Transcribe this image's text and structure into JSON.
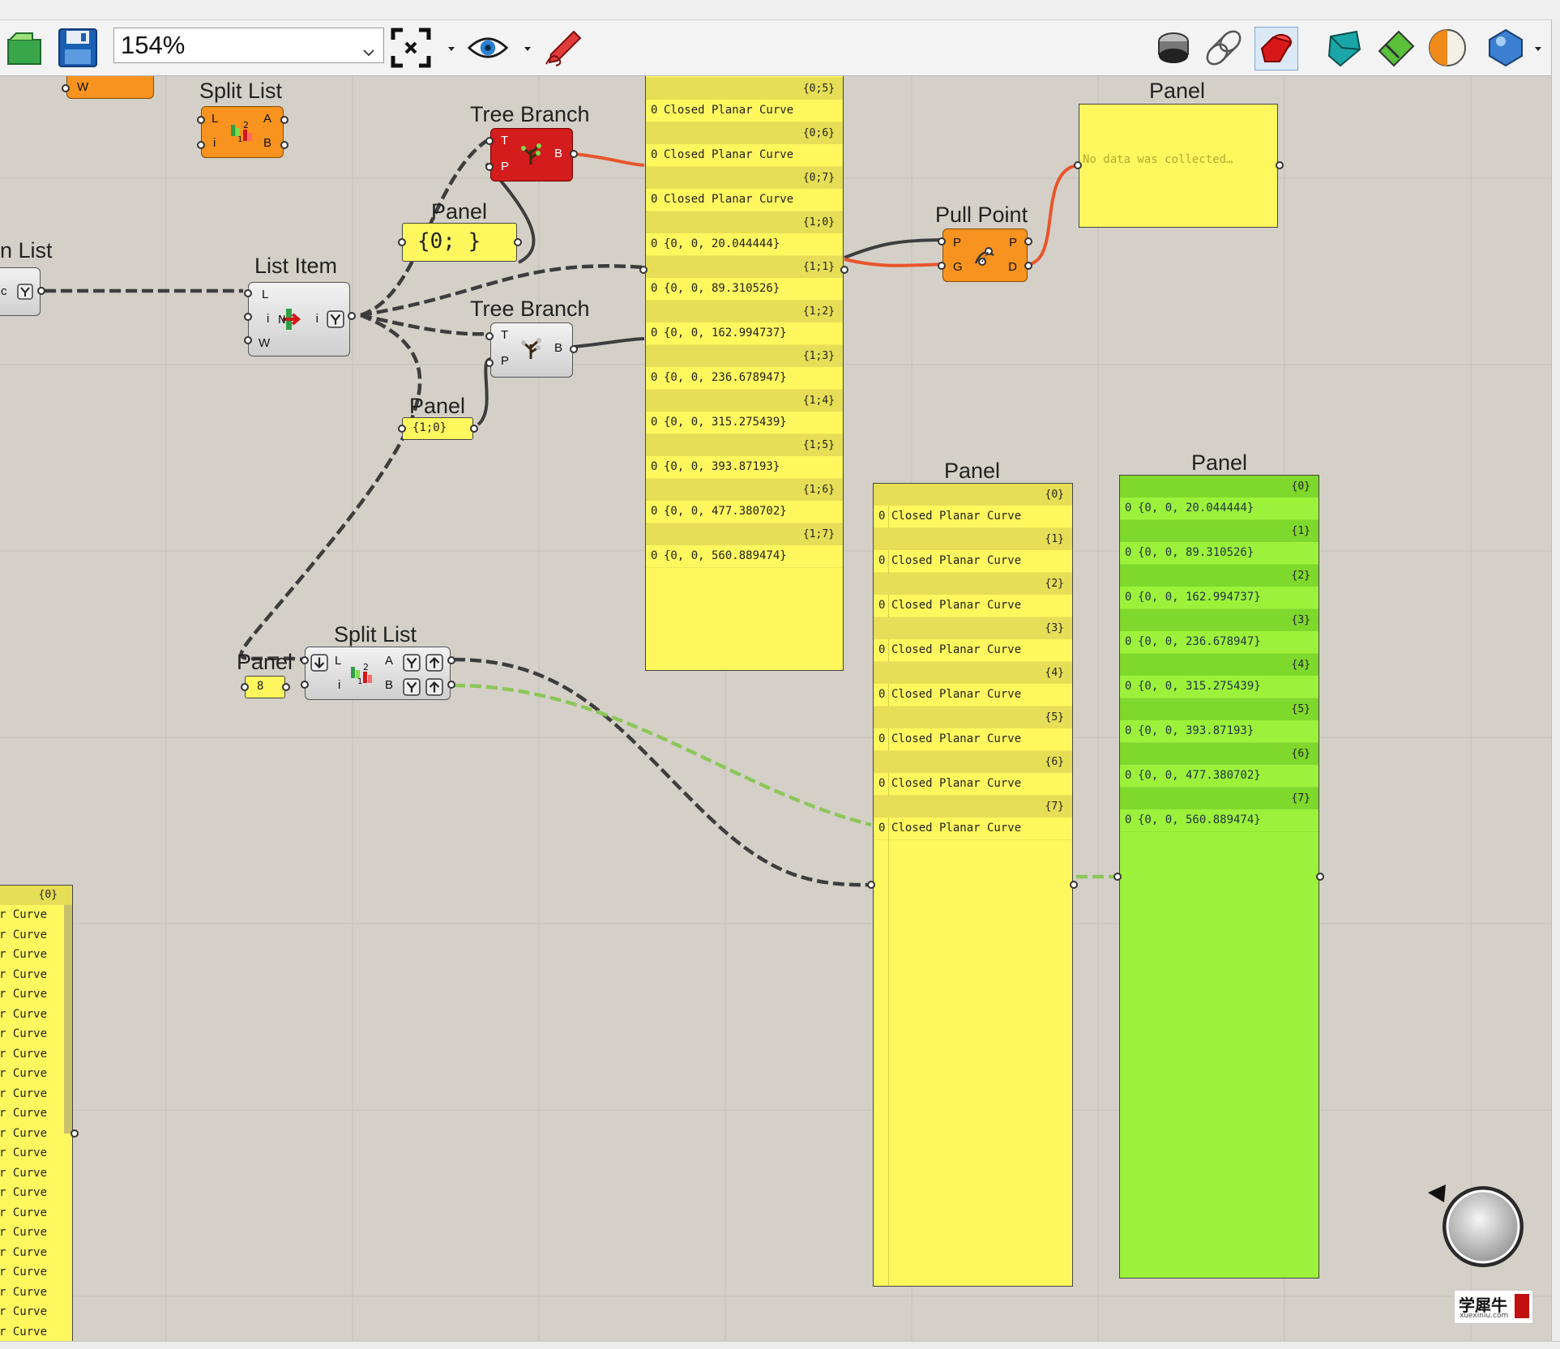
{
  "toolbar": {
    "zoom_value": "154%",
    "icons": [
      "open-file-icon",
      "save-file-icon",
      "zoom-extents-icon",
      "preview-eye-icon",
      "sketch-pencil-icon",
      "shaded-preview-icon",
      "wireframe-preview-icon",
      "red-preview-icon",
      "teal-preview-icon",
      "green-preview-icon",
      "material-preview-icon",
      "sphere-preview-icon"
    ]
  },
  "components": {
    "split_list_top": {
      "nickname": "Split List",
      "inputs": [
        "L",
        "i"
      ],
      "outputs": [
        "A",
        "B"
      ]
    },
    "tree_branch_top": {
      "nickname": "Tree Branch",
      "inputs": [
        "T",
        "P"
      ],
      "outputs": [
        "B"
      ]
    },
    "list_item": {
      "nickname": "List Item",
      "inputs": [
        "L",
        "i",
        "W"
      ],
      "outputs": [
        "i"
      ]
    },
    "tree_branch_mid": {
      "nickname": "Tree Branch",
      "inputs": [
        "T",
        "P"
      ],
      "outputs": [
        "B"
      ]
    },
    "split_list_bottom": {
      "nickname": "Split List",
      "inputs": [
        "L",
        "i"
      ],
      "outputs": [
        "A",
        "B"
      ]
    },
    "pull_point": {
      "nickname": "Pull Point",
      "inputs": [
        "P",
        "G"
      ],
      "outputs": [
        "P",
        "D"
      ]
    },
    "partial_left": {
      "nickname": "n List",
      "port": "c"
    },
    "partial_top": {
      "port": "W"
    }
  },
  "small_panels": {
    "path_a": {
      "nickname": "Panel",
      "value": "{0; }"
    },
    "path_b": {
      "nickname": "Panel",
      "value": "{1;0}"
    },
    "split_index": {
      "nickname": "Panel",
      "value": "8"
    }
  },
  "panels": {
    "big_top": {
      "rows": [
        {
          "type": "partial",
          "text": "0 Closed Planar Curve"
        },
        {
          "type": "hdr",
          "text": "{0;5}"
        },
        {
          "type": "item",
          "idx": "0",
          "text": "Closed Planar Curve"
        },
        {
          "type": "hdr",
          "text": "{0;6}"
        },
        {
          "type": "item",
          "idx": "0",
          "text": "Closed Planar Curve"
        },
        {
          "type": "hdr",
          "text": "{0;7}"
        },
        {
          "type": "item",
          "idx": "0",
          "text": "Closed Planar Curve"
        },
        {
          "type": "hdr",
          "text": "{1;0}"
        },
        {
          "type": "item",
          "idx": "0",
          "text": "{0, 0, 20.044444}"
        },
        {
          "type": "hdr",
          "text": "{1;1}"
        },
        {
          "type": "item",
          "idx": "0",
          "text": "{0, 0, 89.310526}"
        },
        {
          "type": "hdr",
          "text": "{1;2}"
        },
        {
          "type": "item",
          "idx": "0",
          "text": "{0, 0, 162.994737}"
        },
        {
          "type": "hdr",
          "text": "{1;3}"
        },
        {
          "type": "item",
          "idx": "0",
          "text": "{0, 0, 236.678947}"
        },
        {
          "type": "hdr",
          "text": "{1;4}"
        },
        {
          "type": "item",
          "idx": "0",
          "text": "{0, 0, 315.275439}"
        },
        {
          "type": "hdr",
          "text": "{1;5}"
        },
        {
          "type": "item",
          "idx": "0",
          "text": "{0, 0, 393.87193}"
        },
        {
          "type": "hdr",
          "text": "{1;6}"
        },
        {
          "type": "item",
          "idx": "0",
          "text": "{0, 0, 477.380702}"
        },
        {
          "type": "hdr",
          "text": "{1;7}"
        },
        {
          "type": "item",
          "idx": "0",
          "text": "{0, 0, 560.889474}"
        }
      ]
    },
    "collected": {
      "nickname": "Panel",
      "text": "No data was collected…"
    },
    "curves": {
      "nickname": "Panel",
      "rows": [
        {
          "type": "hdr",
          "text": "{0}"
        },
        {
          "type": "item",
          "idx": "0",
          "text": "Closed Planar Curve"
        },
        {
          "type": "hdr",
          "text": "{1}"
        },
        {
          "type": "item",
          "idx": "0",
          "text": "Closed Planar Curve"
        },
        {
          "type": "hdr",
          "text": "{2}"
        },
        {
          "type": "item",
          "idx": "0",
          "text": "Closed Planar Curve"
        },
        {
          "type": "hdr",
          "text": "{3}"
        },
        {
          "type": "item",
          "idx": "0",
          "text": "Closed Planar Curve"
        },
        {
          "type": "hdr",
          "text": "{4}"
        },
        {
          "type": "item",
          "idx": "0",
          "text": "Closed Planar Curve"
        },
        {
          "type": "hdr",
          "text": "{5}"
        },
        {
          "type": "item",
          "idx": "0",
          "text": "Closed Planar Curve"
        },
        {
          "type": "hdr",
          "text": "{6}"
        },
        {
          "type": "item",
          "idx": "0",
          "text": "Closed Planar Curve"
        },
        {
          "type": "hdr",
          "text": "{7}"
        },
        {
          "type": "item",
          "idx": "0",
          "text": "Closed Planar Curve"
        }
      ]
    },
    "points": {
      "nickname": "Panel",
      "rows": [
        {
          "type": "hdr",
          "text": "{0}"
        },
        {
          "type": "item",
          "idx": "0",
          "text": "{0, 0, 20.044444}"
        },
        {
          "type": "hdr",
          "text": "{1}"
        },
        {
          "type": "item",
          "idx": "0",
          "text": "{0, 0, 89.310526}"
        },
        {
          "type": "hdr",
          "text": "{2}"
        },
        {
          "type": "item",
          "idx": "0",
          "text": "{0, 0, 162.994737}"
        },
        {
          "type": "hdr",
          "text": "{3}"
        },
        {
          "type": "item",
          "idx": "0",
          "text": "{0, 0, 236.678947}"
        },
        {
          "type": "hdr",
          "text": "{4}"
        },
        {
          "type": "item",
          "idx": "0",
          "text": "{0, 0, 315.275439}"
        },
        {
          "type": "hdr",
          "text": "{5}"
        },
        {
          "type": "item",
          "idx": "0",
          "text": "{0, 0, 393.87193}"
        },
        {
          "type": "hdr",
          "text": "{6}"
        },
        {
          "type": "item",
          "idx": "0",
          "text": "{0, 0, 477.380702}"
        },
        {
          "type": "hdr",
          "text": "{7}"
        },
        {
          "type": "item",
          "idx": "0",
          "text": "{0, 0, 560.889474}"
        }
      ]
    },
    "left_partial": {
      "hdr": "{0}",
      "rows": [
        "r Curve",
        "r Curve",
        "r Curve",
        "r Curve",
        "r Curve",
        "r Curve",
        "r Curve",
        "r Curve",
        "r Curve",
        "r Curve",
        "r Curve",
        "r Curve",
        "r Curve",
        "r Curve",
        "r Curve",
        "r Curve",
        "r Curve",
        "r Curve",
        "r Curve",
        "r Curve",
        "r Curve",
        "r Curve"
      ]
    }
  },
  "watermark": {
    "text": "学犀牛",
    "site": "xuexiniu.com"
  },
  "colors": {
    "canvas": "#d4d0c8",
    "panel_yellow": "#fff75e",
    "panel_green": "#9cf23a",
    "component_orange": "#f7931e",
    "component_red": "#d41c1c",
    "wire_active": "#e8552b",
    "wire_green": "#8dc65a"
  }
}
